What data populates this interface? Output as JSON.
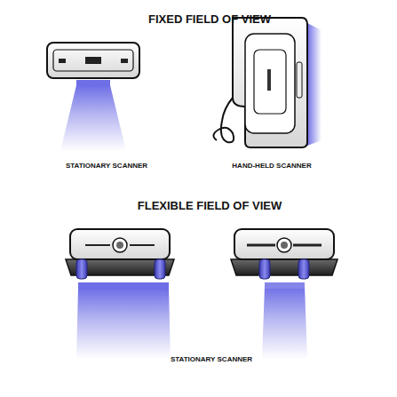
{
  "diagram": {
    "labels": [
      "FIXED FIELD OF VIEW",
      "STATIONARY SCANNER",
      "HAND-HELD SCANNER",
      "FLEXIBLE FIELD OF VIEW",
      "STATIONARY SCANNER"
    ]
  }
}
